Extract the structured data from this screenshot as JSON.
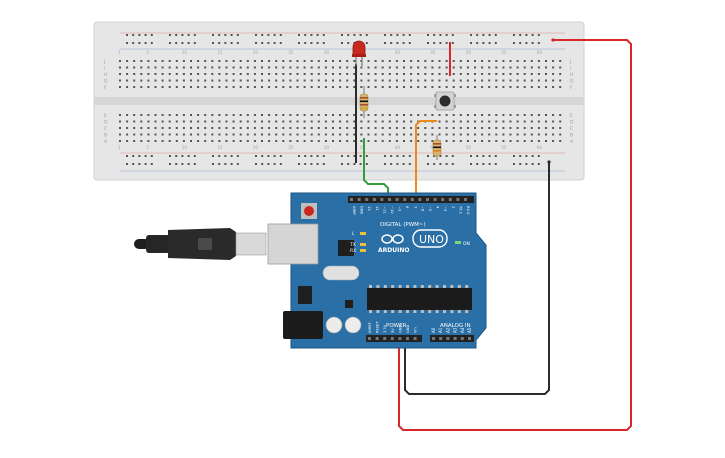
{
  "breadboard": {
    "row_labels": [
      "A",
      "B",
      "C",
      "D",
      "E",
      "F",
      "G",
      "H",
      "I",
      "J"
    ],
    "column_numbers": [
      "1",
      "5",
      "10",
      "15",
      "20",
      "25",
      "30",
      "35",
      "40",
      "45",
      "50",
      "55",
      "60"
    ]
  },
  "arduino": {
    "brand": "ARDUINO",
    "model": "UNO",
    "digital_label": "DIGITAL (PWM~)",
    "analog_label": "ANALOG IN",
    "power_label": "POWER",
    "on_label": "ON",
    "led_labels": [
      "L",
      "TX",
      "RX"
    ],
    "digital_pins": [
      "AREF",
      "GND",
      "13",
      "12",
      "~11",
      "~10",
      "~9",
      "8",
      "7",
      "~6",
      "~5",
      "4",
      "~3",
      "2",
      "TX 1",
      "RX 0"
    ],
    "power_pins": [
      "IOREF",
      "RESET",
      "3.3V",
      "5V",
      "GND",
      "GND",
      "Vin"
    ],
    "analog_pins": [
      "A0",
      "A1",
      "A2",
      "A3",
      "A4",
      "A5"
    ]
  },
  "colors": {
    "wire_red": "#d9262b",
    "wire_black": "#2b2b2b",
    "wire_green": "#2e9e3e",
    "wire_orange": "#ef8a17",
    "board_blue": "#2a6fa6",
    "breadboard": "#e4e4e4",
    "led_red": "#c8281e"
  },
  "components": [
    "led-red",
    "resistor-led",
    "resistor-button",
    "pushbutton",
    "usb-cable",
    "arduino-uno",
    "breadboard"
  ]
}
